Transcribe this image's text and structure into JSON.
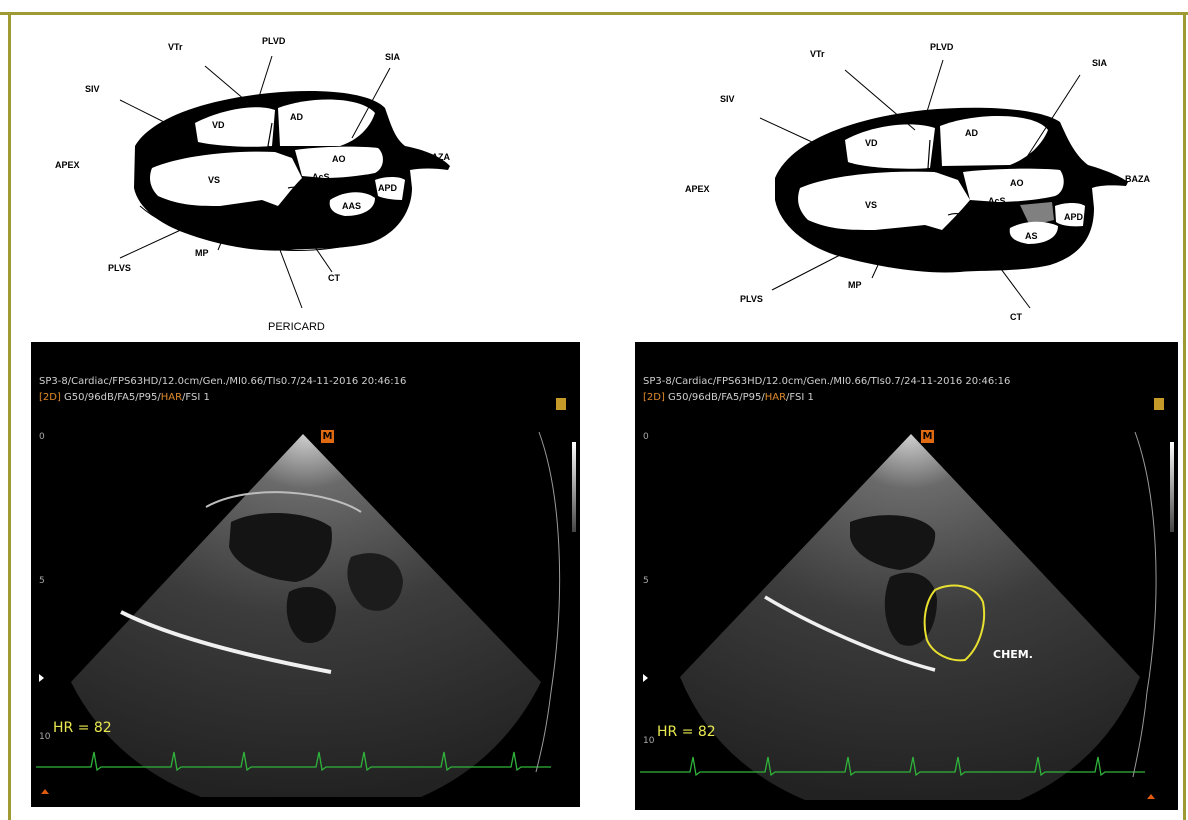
{
  "diagram_left": {
    "labels": {
      "vtr": "VTr",
      "plvd": "PLVD",
      "sia": "SIA",
      "siv": "SIV",
      "apex": "APEX",
      "vd": "VD",
      "ad": "AD",
      "ao": "AO",
      "baza": "BAZA",
      "vs": "VS",
      "acs": "AcS",
      "apd": "APD",
      "aas": "AAS",
      "plvs": "PLVS",
      "mp": "MP",
      "ct": "CT",
      "pericard": "PERICARD"
    }
  },
  "diagram_right": {
    "labels": {
      "vtr": "VTr",
      "plvd": "PLVD",
      "sia": "SIA",
      "siv": "SIV",
      "apex": "APEX",
      "vd": "VD",
      "ad": "AD",
      "ao": "AO",
      "baza": "BAZA",
      "vs": "VS",
      "acs": "AcS",
      "apd": "APD",
      "as": "AS",
      "plvs": "PLVS",
      "mp": "MP",
      "ct": "CT"
    },
    "mass_color": "#808080"
  },
  "echo_left": {
    "header_line1": "SP3-8/Cardiac/FPS63HD/12.0cm/Gen./MI0.66/TIs0.7/24-11-2016 20:46:16",
    "header_mode": "[2D]",
    "header_line2": " G50/96dB/FA5/P95/",
    "header_har": "HAR",
    "header_fsi": "/FSI 1",
    "marker": "M",
    "hr": "HR = 82",
    "depth_0": "0",
    "depth_5": "5",
    "depth_10": "10"
  },
  "echo_right": {
    "header_line1": "SP3-8/Cardiac/FPS63HD/12.0cm/Gen./MI0.66/TIs0.7/24-11-2016 20:46:16",
    "header_mode": "[2D]",
    "header_line2": " G50/96dB/FA5/P95/",
    "header_har": "HAR",
    "header_fsi": "/FSI 1",
    "marker": "M",
    "hr": "HR = 82",
    "depth_0": "0",
    "depth_5": "5",
    "depth_10": "10",
    "annotation": "CHEM.",
    "annotation_color": "#e8e030"
  },
  "colors": {
    "frame": "#a09a35",
    "ecg": "#2fb33a",
    "hr_text": "#e8e850",
    "badge": "#e06a12"
  }
}
